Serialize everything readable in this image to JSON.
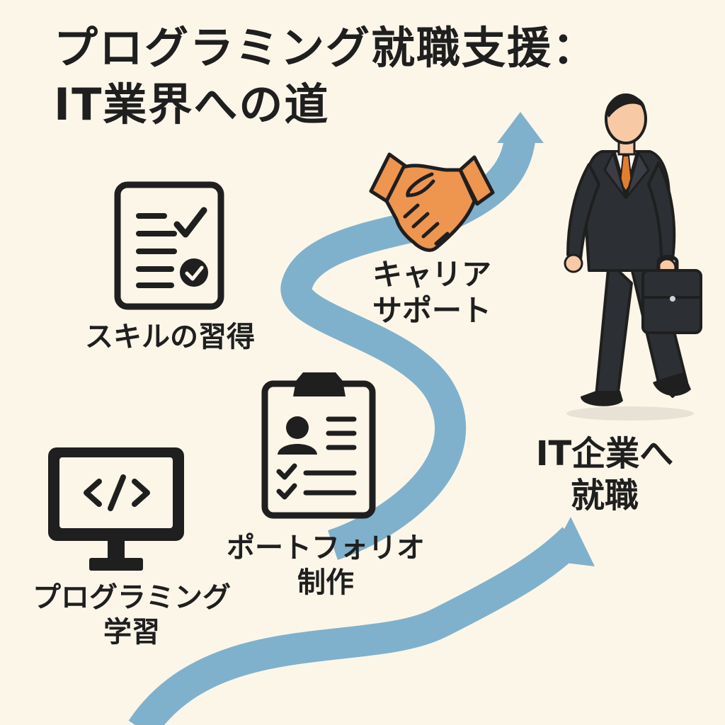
{
  "title": {
    "line1": "プログラミング就職支援：",
    "line2": "IT業界への道"
  },
  "steps": [
    {
      "line1": "プログラミング",
      "line2": "学習",
      "icon": "monitor-code-icon"
    },
    {
      "line1": "スキルの習得",
      "icon": "checklist-document-icon"
    },
    {
      "line1": "ポートフォリオ",
      "line2": "制作",
      "icon": "clipboard-profile-icon"
    },
    {
      "line1": "キャリア",
      "line2": "サポート",
      "icon": "handshake-icon"
    }
  ],
  "goal": {
    "line1": "IT企業へ",
    "line2": "就職",
    "icon": "businessman-briefcase-icon"
  },
  "colors": {
    "background": "#fcf6e9",
    "path": "#7fb1cc",
    "handshake": "#ee9550",
    "ink": "#1f1f1f",
    "suit": "#2c2f33",
    "tie": "#e27f2e",
    "skin": "#f7c9a5"
  }
}
